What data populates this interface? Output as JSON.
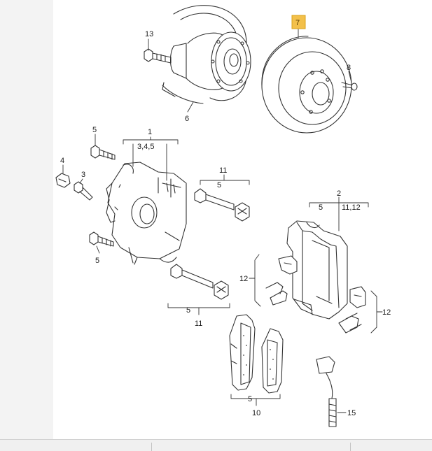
{
  "diagram": {
    "highlight_color": "#f3c04a",
    "line_color": "#333333",
    "labels": {
      "hub_bolt": "13",
      "splash_shield": "6",
      "brake_disc": "7",
      "disc_screw": "8",
      "caliper_bolt_top": "5",
      "caliper_bolt_bottom": "5",
      "caliper_group": "1",
      "caliper_sub": "3,4,5",
      "cap": "4",
      "bleeder": "3",
      "guide_group_top": "11",
      "guide_sub_top": "5",
      "guide_group_bottom": "11",
      "guide_sub_bottom": "5",
      "carrier_group": "2",
      "carrier_sub_left": "5",
      "carrier_sub_right": "11,12",
      "clips_left": "12",
      "clips_right": "12",
      "pads_group": "10",
      "pads_sub": "5",
      "wear_sensor": "15"
    }
  }
}
